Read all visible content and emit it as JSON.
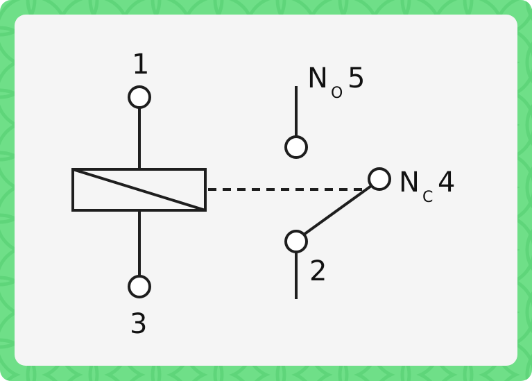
{
  "diagram": {
    "title": "Relay",
    "terminals": {
      "t1": "1",
      "t3": "3",
      "t2": "2",
      "no_prefix": "N",
      "no_sub": "O",
      "no_num": "5",
      "nc_prefix": "N",
      "nc_sub": "C",
      "nc_num": "4"
    },
    "colors": {
      "background": "#6fdf88",
      "panel": "#f5f5f5",
      "stroke": "#1e1e1e"
    }
  }
}
